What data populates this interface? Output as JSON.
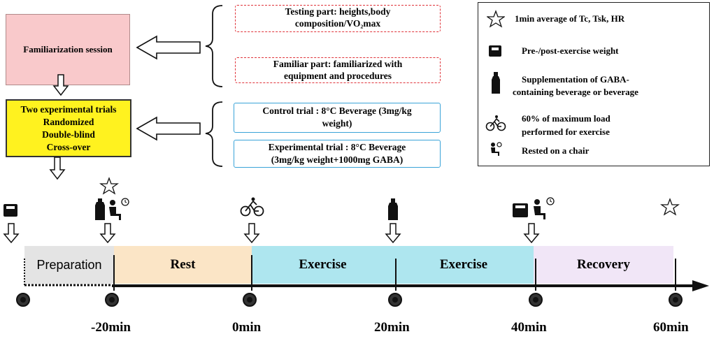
{
  "familiarization": {
    "label": "Familiarization session"
  },
  "trials": {
    "lines": [
      "Two experimental  trials",
      "Randomized",
      "Double-blind",
      "Cross-over"
    ]
  },
  "testing_part": {
    "line1": "Testing part: heights,body",
    "line2": "composition/VO₂max"
  },
  "familiar_part": {
    "line1": "Familiar part: familiarized with",
    "line2": "equipment and procedures"
  },
  "control_trial": {
    "line1": "Control trial : 8°C Beverage (3mg/kg",
    "line2": "weight)"
  },
  "experimental_trial": {
    "line1": "Experimental trial : 8°C Beverage",
    "line2": "(3mg/kg weight+1000mg  GABA)"
  },
  "legend": {
    "items": [
      {
        "icon": "star-icon",
        "line1": "1min average of Tc, Tsk, HR",
        "line2": ""
      },
      {
        "icon": "scale-icon",
        "line1": "Pre-/post-exercise  weight",
        "line2": ""
      },
      {
        "icon": "bottle-icon",
        "line1": "Supplementation of GABA-",
        "line2": "containing beverage  or beverage"
      },
      {
        "icon": "bicycle-icon",
        "line1": "60% of  maximum load",
        "line2": "performed for exercise"
      },
      {
        "icon": "chair-icon",
        "line1": "Rested  on a chair",
        "line2": ""
      }
    ]
  },
  "timeline": {
    "segments": [
      {
        "label": "Preparation",
        "color": "#e4e4e4"
      },
      {
        "label": "Rest",
        "color": "#fbe5c6"
      },
      {
        "label": "Exercise",
        "color": "#aee6ef"
      },
      {
        "label": "Exercise",
        "color": "#aee6ef"
      },
      {
        "label": "Recovery",
        "color": "#f1e6f7"
      }
    ],
    "time_labels": [
      "-20min",
      "0min",
      "20min",
      "40min",
      "60min"
    ]
  }
}
